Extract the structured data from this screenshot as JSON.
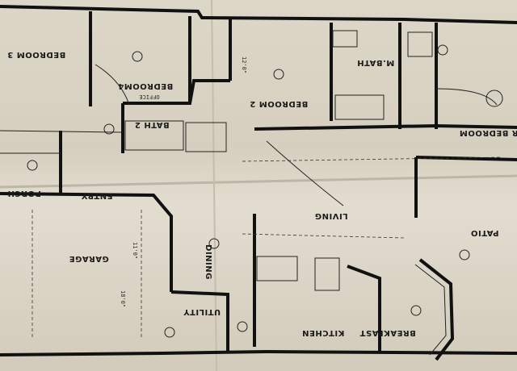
{
  "rooms": {
    "bedroom3": "BEDROOM 3",
    "office": "OFFICE",
    "bedroom4": "BEDROOM4",
    "bedroom2": "BEDROOM 2",
    "mbath": "M.BATH",
    "master_bedroom": "R BEDROOM",
    "bath2": "BATH 2",
    "entry": "ENTRY",
    "porch": "PORCH",
    "living": "LIVING",
    "patio": "PATIO",
    "garage": "GARAGE",
    "dining": "DINING",
    "utility": "UTILITY",
    "kitchen": "KITCHEN",
    "breakfast": "BREAKFAST"
  },
  "dimensions": {
    "garage_width": "18'0\"",
    "dining_width": "11'0\"",
    "bedroom2_label": "12'0\""
  }
}
